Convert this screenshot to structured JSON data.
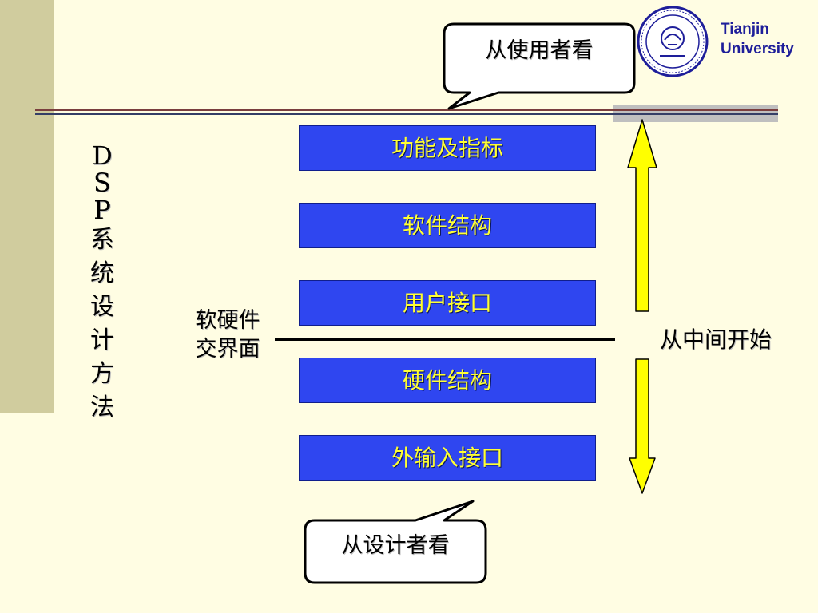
{
  "title": {
    "latin_letters": [
      "D",
      "S",
      "P"
    ],
    "hanzi_chars": [
      "系",
      "统",
      "设",
      "计",
      "方",
      "法"
    ]
  },
  "logo": {
    "line1": "Tianjin",
    "line2": "University",
    "icon": "university-seal",
    "color": "#1E1E9A"
  },
  "callouts": {
    "top": "从使用者看",
    "bottom": "从设计者看"
  },
  "layers": [
    {
      "label": "功能及指标"
    },
    {
      "label": "软件结构"
    },
    {
      "label": "用户接口"
    },
    {
      "label": "硬件结构"
    },
    {
      "label": "外输入接口"
    }
  ],
  "interface": {
    "line1": "软硬件",
    "line2": "交界面"
  },
  "middle": {
    "label": "从中间开始"
  },
  "colors": {
    "background": "#FFFDE3",
    "box_fill": "#2F46F0",
    "box_text": "#FFFF33",
    "arrow_fill": "#FFFF00"
  }
}
